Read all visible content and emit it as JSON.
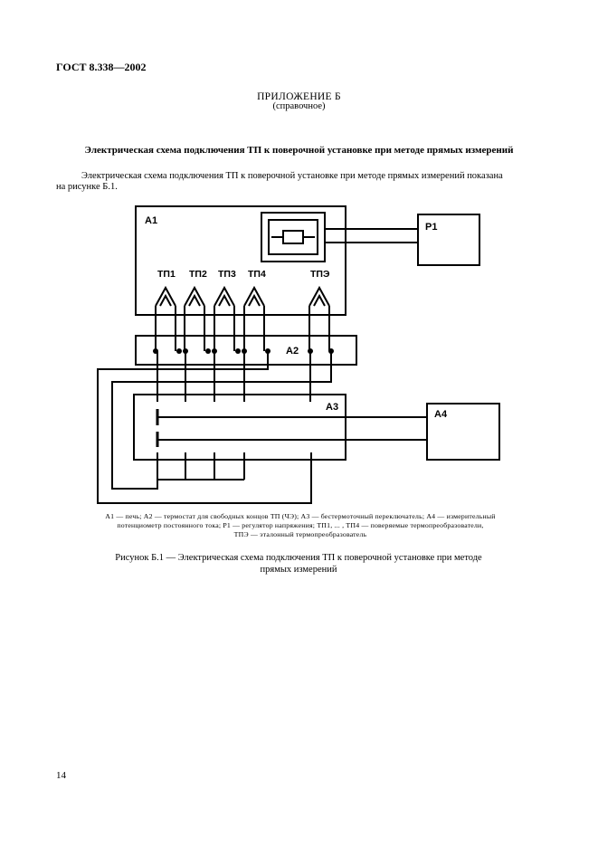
{
  "header": {
    "standard_code": "ГОСТ 8.338—2002"
  },
  "appendix": {
    "title": "ПРИЛОЖЕНИЕ Б",
    "subtitle": "(справочное)"
  },
  "section": {
    "title": "Электрическая схема подключения ТП к поверочной установке при методе прямых измерений",
    "paragraph_line1": "Электрическая схема подключения ТП к поверочной установке при методе прямых измерений показана",
    "paragraph_line2": "на рисунке Б.1."
  },
  "diagram": {
    "labels": {
      "a1": "А1",
      "a2": "А2",
      "a3": "А3",
      "a4": "А4",
      "p1": "Р1",
      "tp1": "ТП1",
      "tp2": "ТП2",
      "tp3": "ТП3",
      "tp4": "ТП4",
      "tpe": "ТПЭ"
    }
  },
  "legend": {
    "line1": "А1 — печь; А2 — термостат для свободных концов ТП (ЧЭ); А3 — бестермоточный переключатель; А4 — измерительный",
    "line2": "потенциометр постоянного тока; Р1 — регулятор напряжения; ТП1, ... , ТП4 — поверяемые термопреобразователи,",
    "line3": "ТПЭ — эталонный термопреобразователь"
  },
  "caption": {
    "line1": "Рисунок Б.1 — Электрическая схема подключения ТП к поверочной установке при методе",
    "line2": "прямых измерений"
  },
  "page_number": "14"
}
